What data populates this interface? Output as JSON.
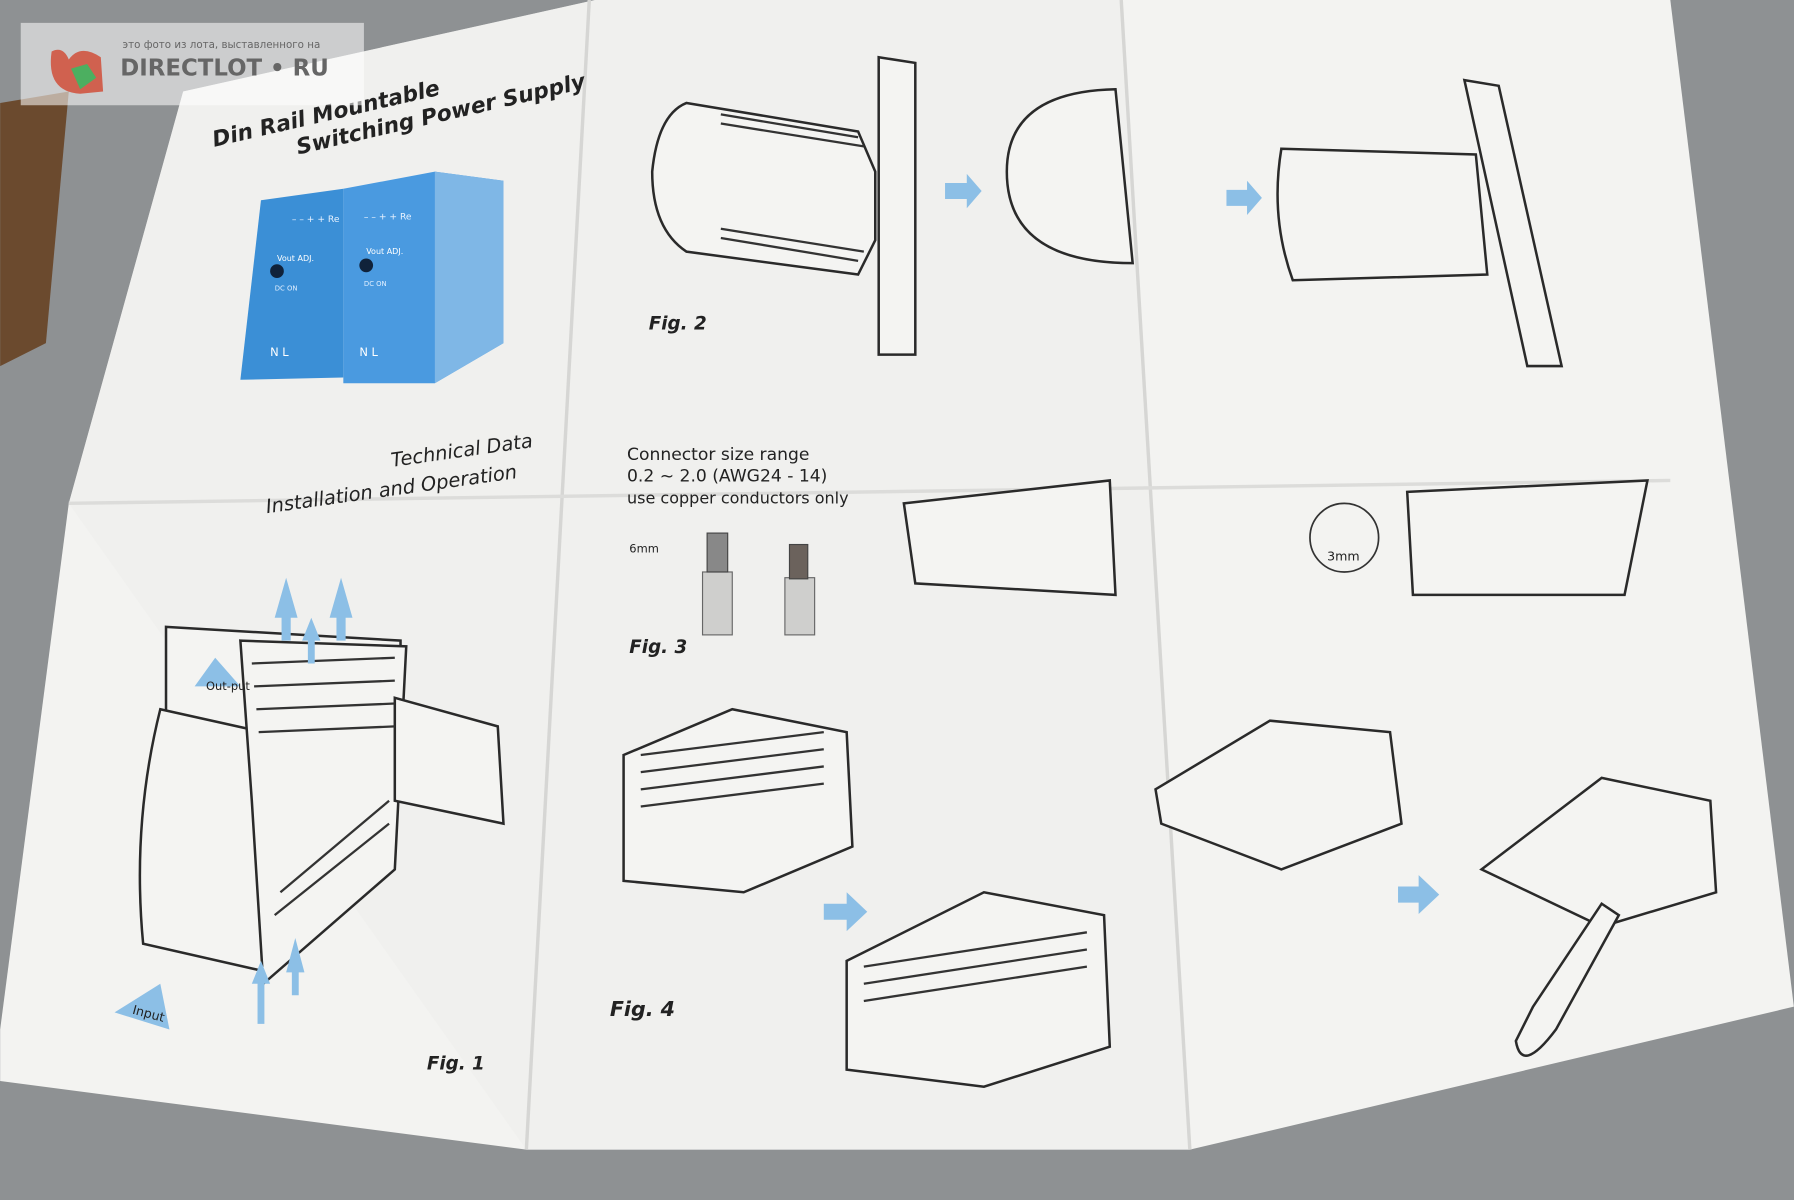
{
  "watermark": {
    "caption": "это фото из лота, выставленного на",
    "brand": "DIRECTLOT • RU"
  },
  "cover": {
    "title_line1": "Din Rail Mountable",
    "title_line2": "Switching Power Supply",
    "subtitle_line1": "Technical Data",
    "subtitle_line2": "Installation and Operation",
    "product_labels": {
      "terminals": "– – + + Re",
      "adjust": "Vout ADJ.",
      "led": "DC ON",
      "input": "N L"
    }
  },
  "figures": {
    "fig1": {
      "label": "Fig. 1",
      "output": "Out-put",
      "input": "Input"
    },
    "fig2": {
      "label": "Fig. 2"
    },
    "fig3": {
      "label": "Fig. 3",
      "line1": "Connector size range",
      "line2": "0.2 ~ 2.0 (AWG24 - 14)",
      "line3": "use copper conductors only",
      "strip_length": "6mm",
      "screwdriver_width": "3mm"
    },
    "fig4": {
      "label": "Fig. 4"
    }
  },
  "colors": {
    "background": "#8e9193",
    "paper": "#f3f3f1",
    "product_blue": "#3b8fd6",
    "arrow_blue": "#8cbfe6"
  }
}
